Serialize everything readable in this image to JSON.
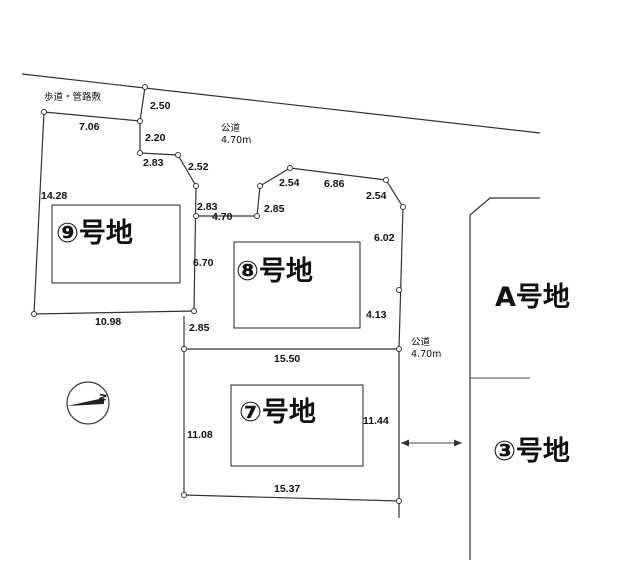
{
  "labels": {
    "sidewalk": "歩道・管路敷",
    "north": "N"
  },
  "roads": {
    "north": {
      "name": "公道",
      "width": "4.70m"
    },
    "east": {
      "name": "公道",
      "width": "4.70m"
    }
  },
  "plots": {
    "9": "⑨号地",
    "8": "⑧号地",
    "7": "⑦号地",
    "A": "A号地",
    "3": "③号地"
  },
  "dimensions": [
    "2.50",
    "7.06",
    "2.20",
    "2.83",
    "2.52",
    "14.28",
    "2.83",
    "4.70",
    "2.85",
    "2.54",
    "6.86",
    "2.54",
    "6.02",
    "6.70",
    "4.13",
    "10.98",
    "2.85",
    "15.50",
    "11.08",
    "11.44",
    "15.37"
  ]
}
